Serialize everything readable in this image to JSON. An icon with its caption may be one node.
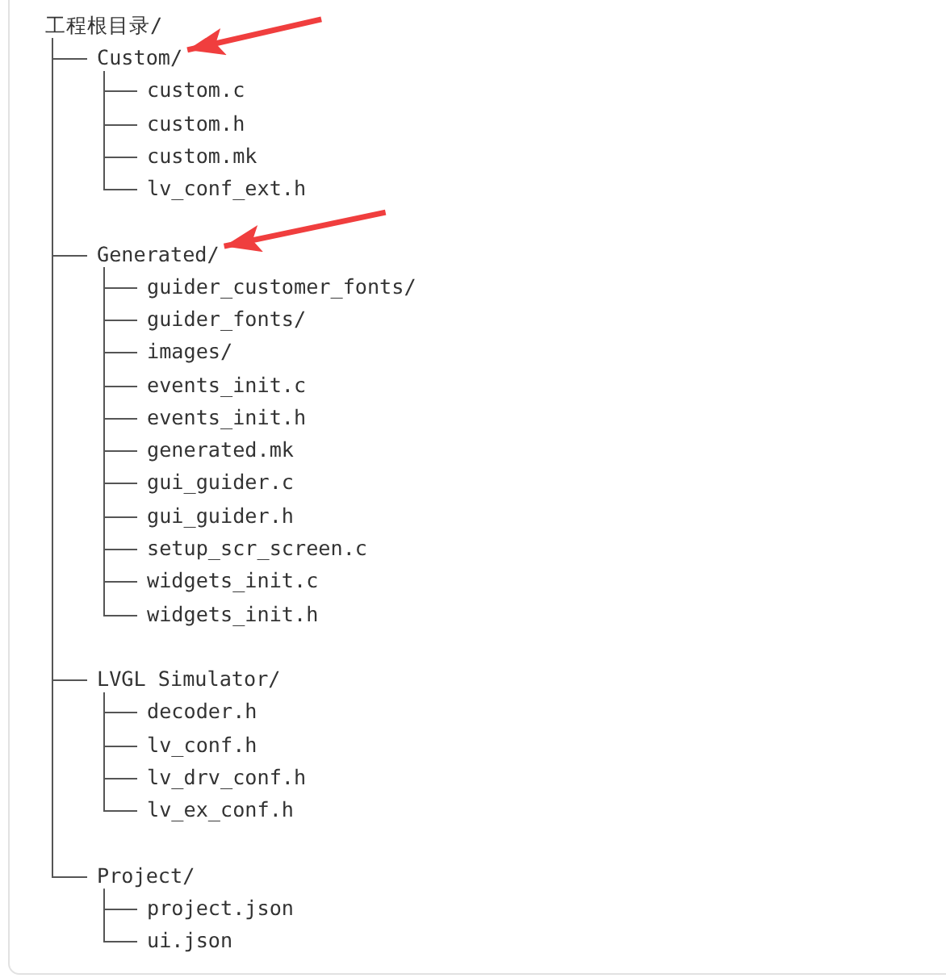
{
  "diagram": {
    "nodes": [
      {
        "text": [
          "工程根目录/"
        ]
      },
      {
        "text": [
          "Custom/"
        ]
      },
      {
        "text": [
          "custom.c"
        ]
      },
      {
        "text": [
          "custom.h"
        ]
      },
      {
        "text": [
          "custom.mk"
        ]
      },
      {
        "text": [
          "lv_conf_ext.h"
        ]
      },
      {
        "text": [
          "Generated/"
        ]
      },
      {
        "text": [
          "guider_customer_fonts/"
        ]
      },
      {
        "text": [
          "guider_fonts/"
        ]
      },
      {
        "text": [
          "images/"
        ]
      },
      {
        "text": [
          "events_init.c"
        ]
      },
      {
        "text": [
          "events_init.h"
        ]
      },
      {
        "text": [
          "generated.mk"
        ]
      },
      {
        "text": [
          "gui_guider.c"
        ]
      },
      {
        "text": [
          "gui_guider.h"
        ]
      },
      {
        "text": [
          "setup_scr_screen.c"
        ]
      },
      {
        "text": [
          "widgets_init.c"
        ]
      },
      {
        "text": [
          "widgets_init.h"
        ]
      },
      {
        "text": [
          "LVGL Simulator/"
        ]
      },
      {
        "text": [
          "decoder.h"
        ]
      },
      {
        "text": [
          "lv_conf.h"
        ]
      },
      {
        "text": [
          "lv_drv_conf.h"
        ]
      },
      {
        "text": [
          "lv_ex_conf.h"
        ]
      },
      {
        "text": [
          "Project/"
        ]
      },
      {
        "text": [
          "project.json"
        ]
      },
      {
        "text": [
          "ui.json"
        ]
      }
    ],
    "edges": [
      {
        "from": 0,
        "to": 1,
        "arrow": "none"
      },
      {
        "from": 1,
        "to": 2,
        "arrow": "none"
      },
      {
        "from": 1,
        "to": 3,
        "arrow": "none"
      },
      {
        "from": 1,
        "to": 4,
        "arrow": "none"
      },
      {
        "from": 1,
        "to": 5,
        "arrow": "none"
      },
      {
        "from": 0,
        "to": 6,
        "arrow": "none"
      },
      {
        "from": 6,
        "to": 7,
        "arrow": "none"
      },
      {
        "from": 6,
        "to": 8,
        "arrow": "none"
      },
      {
        "from": 6,
        "to": 9,
        "arrow": "none"
      },
      {
        "from": 6,
        "to": 10,
        "arrow": "none"
      },
      {
        "from": 6,
        "to": 11,
        "arrow": "none"
      },
      {
        "from": 6,
        "to": 12,
        "arrow": "none"
      },
      {
        "from": 6,
        "to": 13,
        "arrow": "none"
      },
      {
        "from": 6,
        "to": 14,
        "arrow": "none"
      },
      {
        "from": 6,
        "to": 15,
        "arrow": "none"
      },
      {
        "from": 6,
        "to": 16,
        "arrow": "none"
      },
      {
        "from": 6,
        "to": 17,
        "arrow": "none"
      },
      {
        "from": 0,
        "to": 18,
        "arrow": "none"
      },
      {
        "from": 18,
        "to": 19,
        "arrow": "none"
      },
      {
        "from": 18,
        "to": 20,
        "arrow": "none"
      },
      {
        "from": 18,
        "to": 21,
        "arrow": "none"
      },
      {
        "from": 18,
        "to": 22,
        "arrow": "none"
      },
      {
        "from": 0,
        "to": 23,
        "arrow": "none"
      },
      {
        "from": 23,
        "to": 24,
        "arrow": "none"
      },
      {
        "from": 23,
        "to": 25,
        "arrow": "none"
      },
      {
        "from": null,
        "to": 1,
        "arrow": "to",
        "style": "thick",
        "color": "#f03e3e"
      },
      {
        "from": null,
        "to": 6,
        "arrow": "to",
        "style": "thick",
        "color": "#f03e3e"
      }
    ]
  }
}
